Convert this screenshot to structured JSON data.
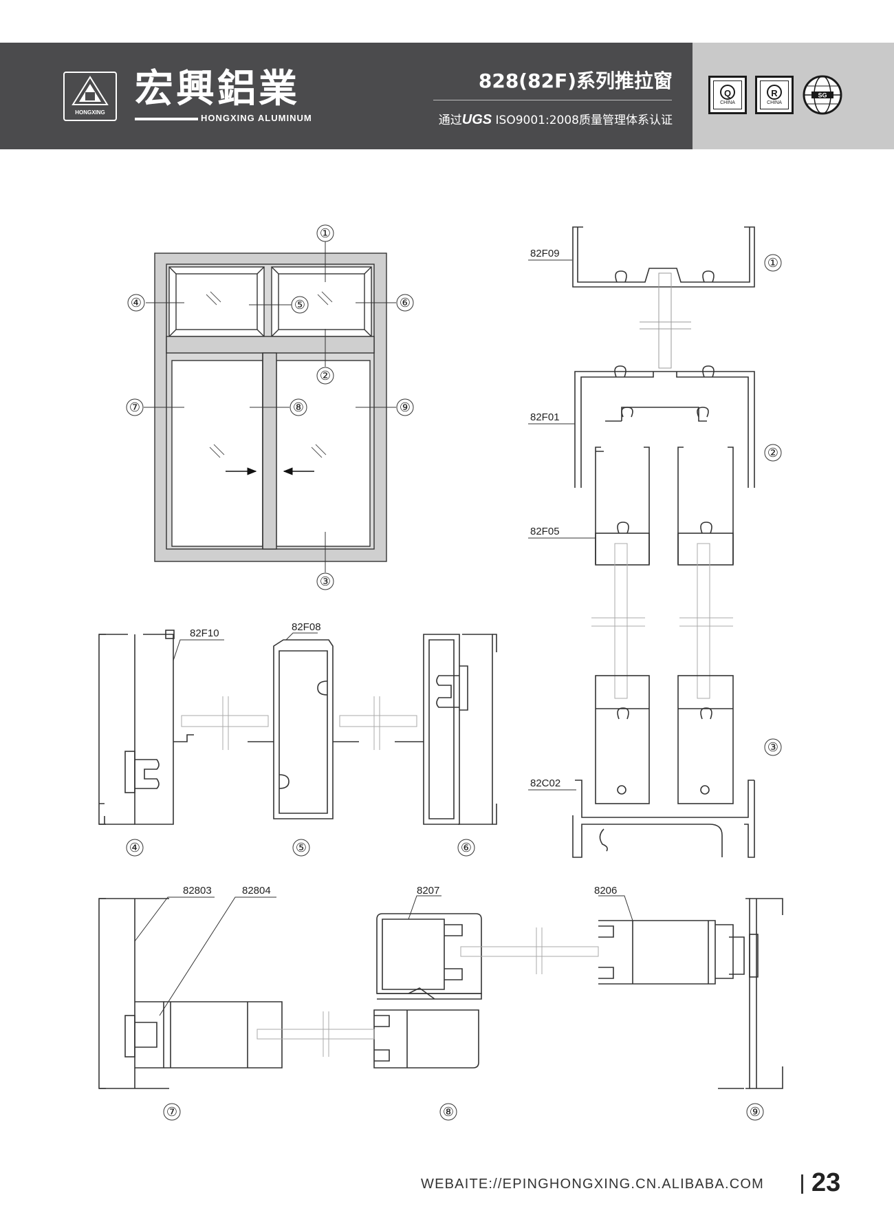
{
  "header": {
    "brand_cn": "宏興鋁業",
    "brand_en": "HONGXING ALUMINUM",
    "logo_text": "HONGXING",
    "series_title": "828(82F)系列推拉窗",
    "cert_prefix": "通过",
    "cert_brand": "UGS",
    "cert_suffix": "ISO9001:2008质量管理体系认证",
    "badges": [
      {
        "letter": "Q",
        "country": "CHINA"
      },
      {
        "letter": "R",
        "country": "CHINA"
      },
      {
        "letter": "SG",
        "country": ""
      }
    ]
  },
  "elevation": {
    "callouts": [
      "①",
      "②",
      "③",
      "④",
      "⑤",
      "⑥",
      "⑦",
      "⑧",
      "⑨"
    ]
  },
  "vertical_section": {
    "profiles": [
      "82F09",
      "82F01",
      "82F05",
      "82C02"
    ],
    "markers": [
      "①",
      "②",
      "③"
    ]
  },
  "section_row1": {
    "profiles": [
      "82F10",
      "82F08"
    ],
    "markers": [
      "④",
      "⑤",
      "⑥"
    ]
  },
  "section_row2": {
    "profiles": [
      "82803",
      "82804",
      "8207",
      "8206"
    ],
    "markers": [
      "⑦",
      "⑧",
      "⑨"
    ]
  },
  "footer": {
    "website": "WEBAITE://EPINGHONGXING.CN.ALIBABA.COM",
    "page_number": "23"
  }
}
